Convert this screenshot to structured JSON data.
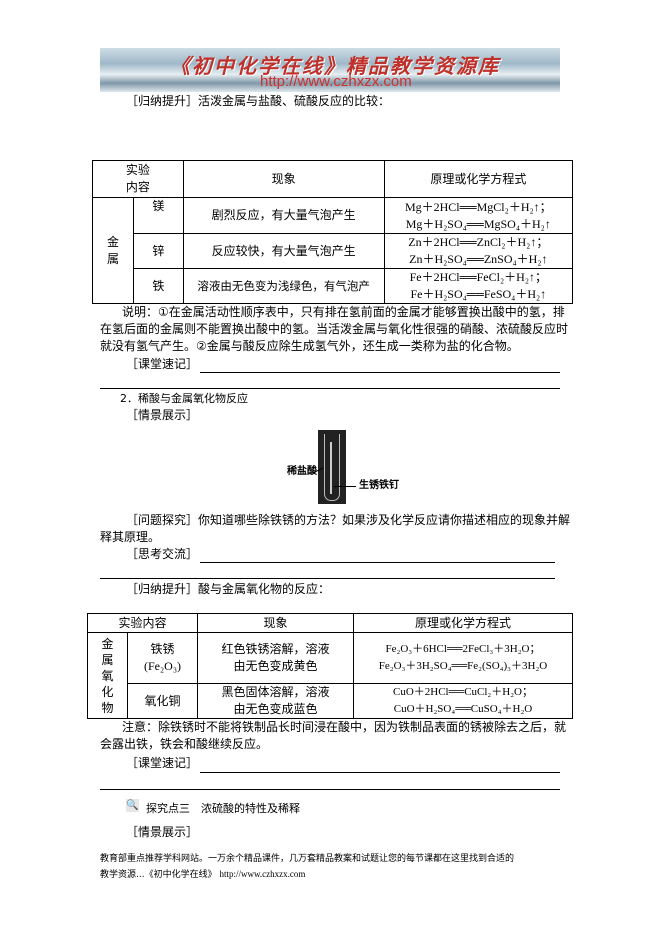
{
  "banner": {
    "title": "《初中化学在线》精品教学资源库",
    "url": "http://www.czhxzx.com"
  },
  "s1": {
    "heading": "［归纳提升］活泼金属与盐酸、硫酸反应的比较："
  },
  "table1": {
    "headers": [
      "实验",
      "内容",
      "现象",
      "原理或化学方程式"
    ],
    "group": [
      "金",
      "属"
    ],
    "rows": [
      {
        "metal": "镁",
        "phenomenon": "剧烈反应，有大量气泡产生",
        "eq1": "Mg＋2HCl══MgCl₂＋H₂↑；",
        "eq2": "Mg＋H₂SO₄══MgSO₄＋H₂↑"
      },
      {
        "metal": "锌",
        "phenomenon": "反应较快，有大量气泡产生",
        "eq1": "Zn＋2HCl══ZnCl₂＋H₂↑；",
        "eq2": "Zn＋H₂SO₄══ZnSO₄＋H₂↑"
      },
      {
        "metal": "铁",
        "phenomenon": "溶液由无色变为浅绿色，有气泡产",
        "eq1": "Fe＋2HCl══FeCl₂＋H₂↑；",
        "eq2": "Fe＋H₂SO₄══FeSO₄＋H₂↑"
      }
    ]
  },
  "note1": [
    "说明：①在金属活动性顺序表中，只有排在氢前面的金属才能够置换出酸中的氢，排",
    "在氢后面的金属则不能置换出酸中的氢。当活泼金属与氧化性很强的硝酸、浓硫酸反应时",
    "就没有氢气产生。②金属与酸反应除生成氢气外，还生成一类称为盐的化合物。"
  ],
  "notes_label": "［课堂速记］",
  "s2": {
    "heading": "2．稀酸与金属氧化物反应",
    "scene": "［情景展示］",
    "fig_label1": "稀盐酸",
    "fig_label2": "生锈铁钉",
    "question": [
      "［问题探究］你知道哪些除铁锈的方法？如果涉及化学反应请你描述相应的现象并解",
      "释其原理。"
    ],
    "discuss": "［思考交流］",
    "summary": "［归纳提升］酸与金属氧化物的反应："
  },
  "table2": {
    "headers": [
      "实验内容",
      "现象",
      "原理或化学方程式"
    ],
    "group": [
      "金",
      "属",
      "氧",
      "化",
      "物"
    ],
    "rows": [
      {
        "item": "铁锈",
        "item2": "(Fe₂O₃)",
        "ph1": "红色铁锈溶解，溶液",
        "ph2": "由无色变成黄色",
        "eq1": "Fe₂O₃＋6HCl══2FeCl₃＋3H₂O；",
        "eq2": "Fe₂O₃＋3H₂SO₄══Fe₂(SO₄)₃＋3H₂O"
      },
      {
        "item": "氧化铜",
        "item2": "",
        "ph1": "黑色固体溶解，溶液",
        "ph2": "由无色变成蓝色",
        "eq1": "CuO＋2HCl══CuCl₂＋H₂O；",
        "eq2": "CuO＋H₂SO₄══CuSO₄＋H₂O"
      }
    ]
  },
  "note2": [
    "注意：除铁锈时不能将铁制品长时间浸在酸中，因为铁制品表面的锈被除去之后，就",
    "会露出铁，铁会和酸继续反应。"
  ],
  "s3": {
    "heading": "探究点三　浓硫酸的特性及稀释",
    "scene": "［情景展示］"
  },
  "footer": [
    "教育部重点推荐学科网站。一万余个精品课件，几万套精品教案和试题让您的每节课都在这里找到合适的",
    "教学资源...《初中化学在线》"
  ],
  "footer_url": "http://www.czhxzx.com"
}
